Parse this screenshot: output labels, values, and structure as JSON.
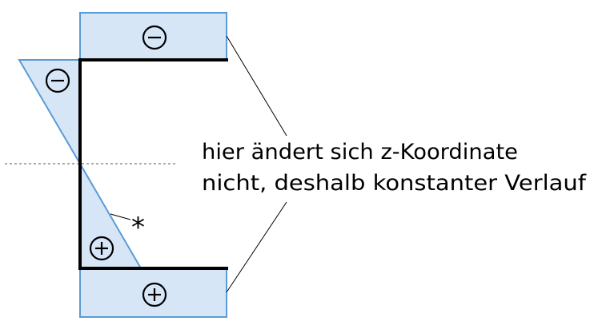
{
  "annotation": {
    "line1": "hier ändert sich z-Koordinate",
    "line2": "nicht, deshalb konstanter Verlauf"
  },
  "marker": {
    "star": "*"
  },
  "signs": {
    "top_flange": "minus",
    "web_upper": "minus",
    "web_lower": "plus",
    "bottom_flange": "plus"
  },
  "colors": {
    "fill": "#d7e6f7",
    "outline": "#5b9bd5",
    "profile": "#000000"
  }
}
